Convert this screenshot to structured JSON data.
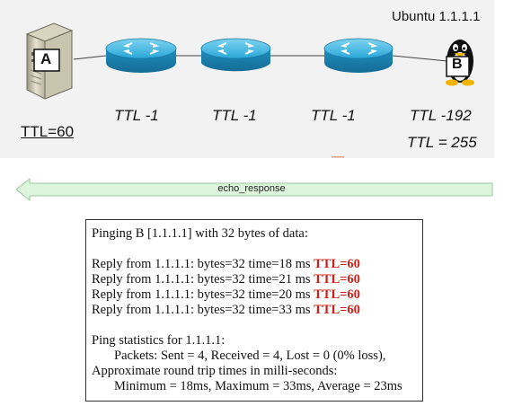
{
  "diagram": {
    "host_b_title": "Ubuntu 1.1.1.1",
    "host_a_badge": "A",
    "host_b_badge": "B",
    "ttl_a": "TTL=60",
    "hop_labels": [
      "TTL -1",
      "TTL -1",
      "TTL -1",
      "TTL -192"
    ],
    "ttl_b": "TTL = 255",
    "arrow_label": "echo_response",
    "colors": {
      "router_blue": "#2aa7d8",
      "arrow_fill": "#dcf5dc",
      "arrow_stroke": "#9bc79b",
      "ttl_red": "#d0201a"
    }
  },
  "console": {
    "header": "Pinging B [1.1.1.1] with 32 bytes of data:",
    "replies": [
      {
        "text": "Reply from 1.1.1.1: bytes=32 time=18 ms ",
        "ttl": "TTL=60"
      },
      {
        "text": "Reply from 1.1.1.1: bytes=32 time=21 ms ",
        "ttl": "TTL=60"
      },
      {
        "text": "Reply from 1.1.1.1: bytes=32 time=20 ms ",
        "ttl": "TTL=60"
      },
      {
        "text": "Reply from 1.1.1.1: bytes=32 time=33 ms ",
        "ttl": "TTL=60"
      }
    ],
    "stats_header": "Ping statistics for 1.1.1.1:",
    "packets": "Packets: Sent = 4, Received = 4, Lost = 0 (0% loss),",
    "rtt_header": "Approximate round trip times in milli-seconds:",
    "rtt_values": "Minimum = 18ms, Maximum = 33ms, Average = 23ms"
  }
}
